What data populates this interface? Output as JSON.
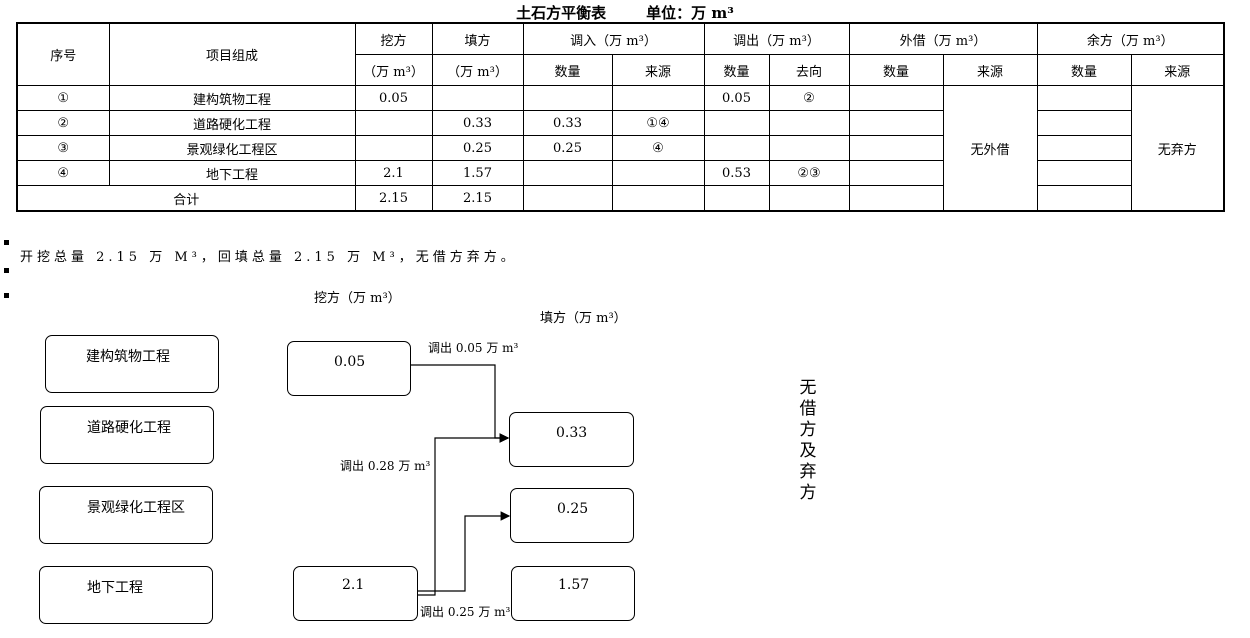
{
  "title": "土石方平衡表",
  "unit": "单位：万 m³",
  "table": {
    "h_seq": "序号",
    "h_item": "项目组成",
    "h_cut": "挖方",
    "h_fill": "填方",
    "h_unit": "（万 m³）",
    "h_in": "调入（万 m³）",
    "h_out": "调出（万 m³）",
    "h_borrow": "外借（万 m³）",
    "h_surplus": "余方（万 m³）",
    "h_qty": "数量",
    "h_src": "来源",
    "h_dest": "去向",
    "rows": [
      {
        "no": "①",
        "name": "建构筑物工程",
        "cut": "0.05",
        "fill": "",
        "in_qty": "",
        "in_src": "",
        "out_qty": "0.05",
        "out_dest": "②"
      },
      {
        "no": "②",
        "name": "道路硬化工程",
        "cut": "",
        "fill": "0.33",
        "in_qty": "0.33",
        "in_src": "①④",
        "out_qty": "",
        "out_dest": ""
      },
      {
        "no": "③",
        "name": "景观绿化工程区",
        "cut": "",
        "fill": "0.25",
        "in_qty": "0.25",
        "in_src": "④",
        "out_qty": "",
        "out_dest": ""
      },
      {
        "no": "④",
        "name": "地下工程",
        "cut": "2.1",
        "fill": "1.57",
        "in_qty": "",
        "in_src": "",
        "out_qty": "0.53",
        "out_dest": "②③"
      }
    ],
    "total_label": "合计",
    "total_cut": "2.15",
    "total_fill": "2.15",
    "borrow_src": "无外借",
    "surplus_src": "无弃方"
  },
  "note": "开挖总量 2.15 万 M³，回填总量 2.15 万 M³，无借方弃方。",
  "diagram": {
    "cut_label": "挖方（万 m³）",
    "fill_label": "填方（万 m³）",
    "projects": [
      "建构筑物工程",
      "道路硬化工程",
      "景观绿化工程区",
      "地下工程"
    ],
    "cut_values": [
      "0.05",
      "2.1"
    ],
    "fill_values": [
      "0.33",
      "0.25",
      "1.57"
    ],
    "flows": [
      "调出 0.05 万 m³",
      "调出 0.28 万 m³",
      "调出 0.25 万 m³"
    ],
    "side_note": [
      "无",
      "借",
      "方",
      "及",
      "弃",
      "方"
    ]
  }
}
